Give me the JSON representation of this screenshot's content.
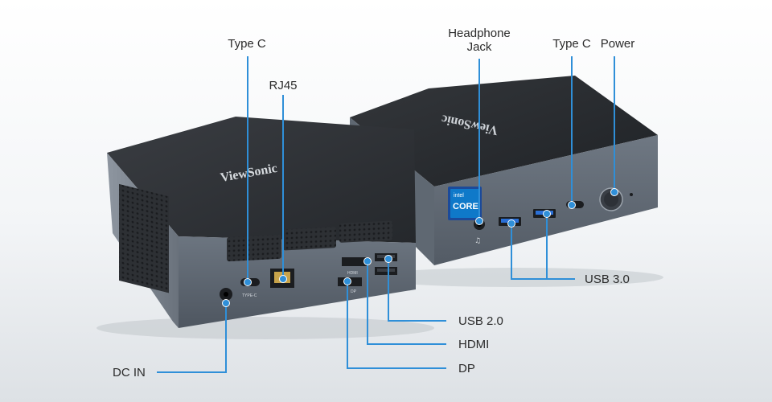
{
  "labels": {
    "type_c_rear": "Type C",
    "rj45": "RJ45",
    "headphone_line1": "Headphone",
    "headphone_line2": "Jack",
    "type_c_front": "Type C",
    "power": "Power",
    "usb3": "USB 3.0",
    "usb2": "USB 2.0",
    "hdmi": "HDMI",
    "dp": "DP",
    "dc_in": "DC IN"
  },
  "device_markings": {
    "brand": "ViewSonic",
    "cpu_badge_top": "intel",
    "cpu_badge_main": "CORE",
    "port_typec": "TYPE-C",
    "port_hdmi": "HDMI",
    "port_dp": "DP"
  },
  "colors": {
    "callout": "#2f8fd8",
    "chassis": "#5d6773",
    "lid": "#2c2f33",
    "usb3_port": "#2a6fd6"
  }
}
